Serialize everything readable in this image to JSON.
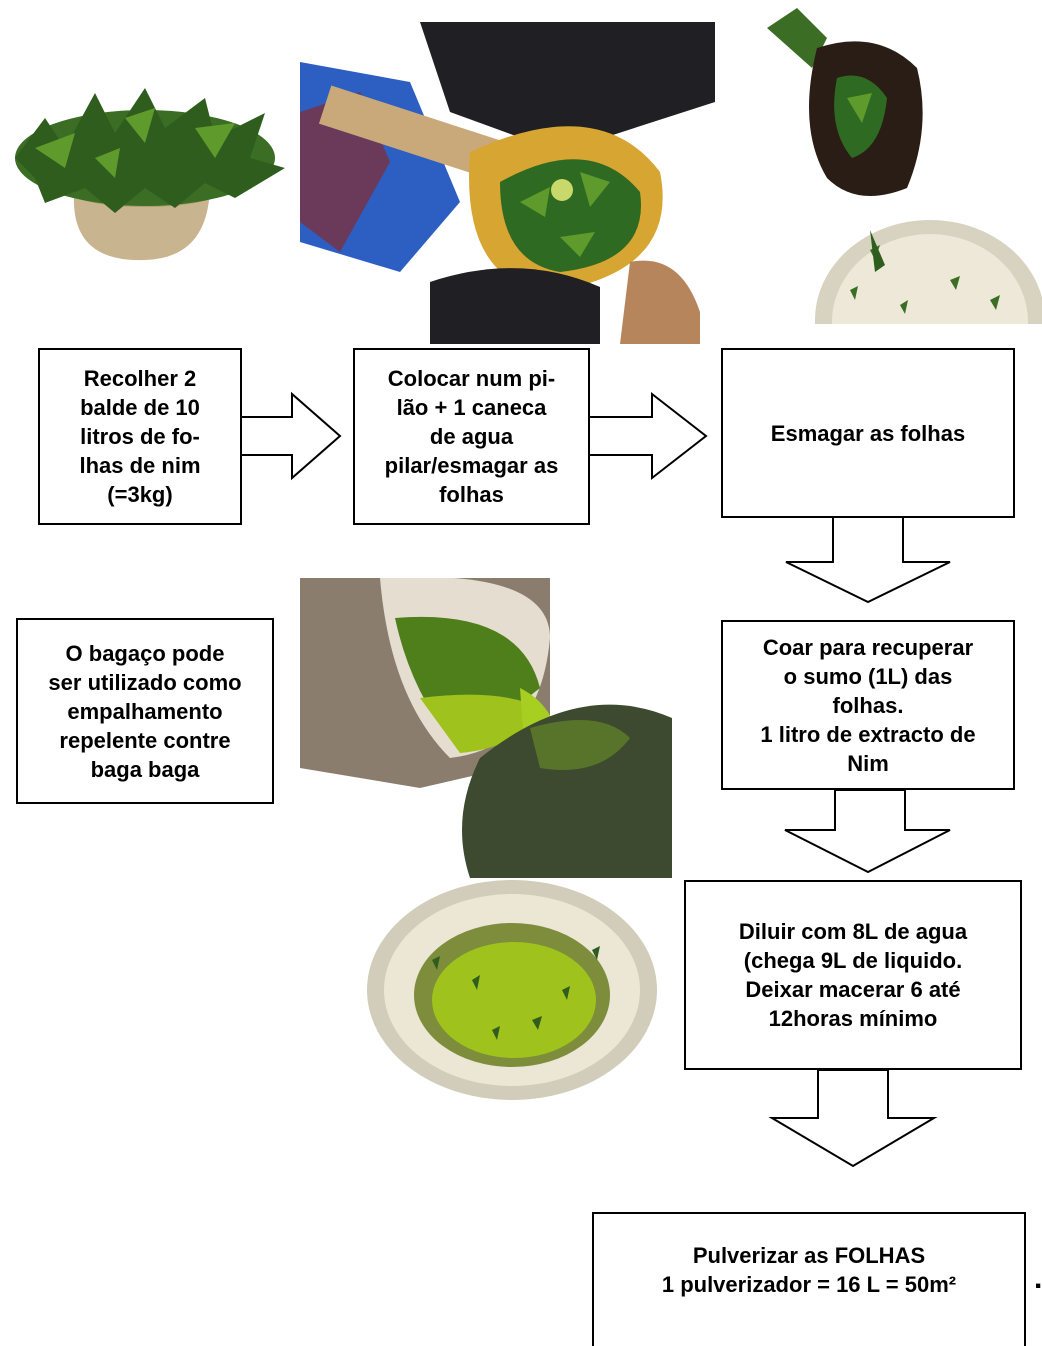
{
  "steps": {
    "s1": "Recolher 2\nbalde de 10\nlitros  de fo-\nlhas de nim\n(=3kg)",
    "s2": "Colocar num pi-\nlão + 1 caneca\nde agua\npilar/esmagar as\nfolhas",
    "s3": "Esmagar as folhas",
    "s4": "Coar para recuperar\no sumo (1L) das\nfolhas.\n1 litro de extracto de\nNim",
    "s5": "Diluir com 8L de agua\n(chega 9L de liquido.\nDeixar macerar 6 até\n12horas mínimo",
    "s6": "Pulverizar as FOLHAS\n1  pulverizador = 16 L = 50m²"
  },
  "note": "O bagaço pode\nser utilizado como\nempalhamento\nrepelente contre\nbaga baga",
  "trailing_mark": ".",
  "colors": {
    "leaf_dark": "#2f5d1e",
    "leaf_light": "#5f9a2c",
    "extract_green": "#9fc21c",
    "bucket_cream": "#eee8d8",
    "basket_tan": "#c8b48e"
  },
  "photos": [
    {
      "name": "photo-basket-of-neem-leaves"
    },
    {
      "name": "photo-women-pounding-leaves"
    },
    {
      "name": "photo-hand-crushing-leaves"
    },
    {
      "name": "photo-bucket-with-crushed-leaves"
    },
    {
      "name": "photo-pouring-extract-through-cloth"
    },
    {
      "name": "photo-bowl-of-green-extract"
    }
  ]
}
